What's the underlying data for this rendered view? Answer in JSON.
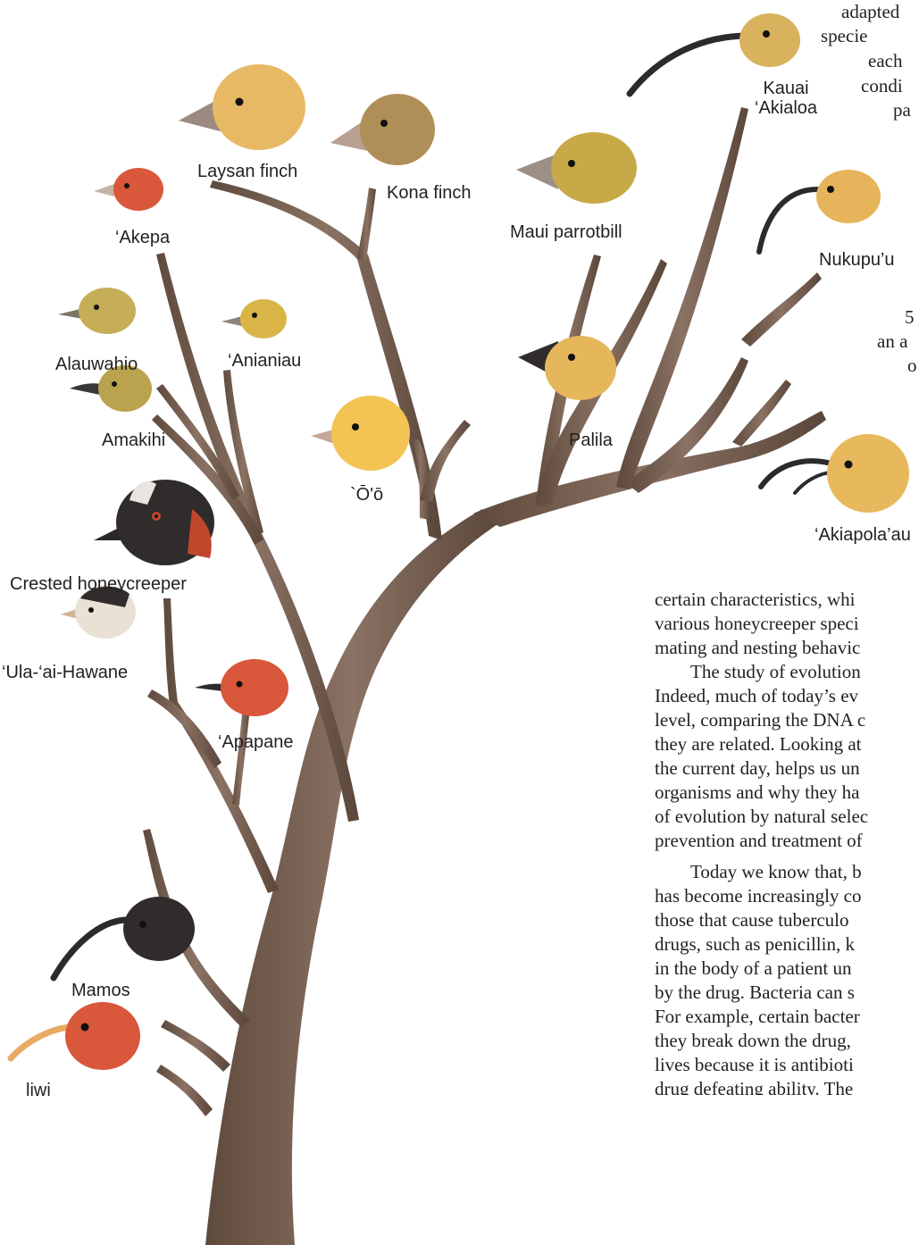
{
  "labels": {
    "kauai_akialoa_1": "Kauai",
    "kauai_akialoa_2": "‘Akialoa",
    "laysan_finch": "Laysan finch",
    "kona_finch": "Kona finch",
    "maui_parrotbill": "Maui parrotbill",
    "akepa": "‘Akepa",
    "nukupuu": "Nukupu’u",
    "alauwahio": "Alauwahio",
    "anianiau": "‘Anianiau",
    "amakihi": "Amakihi",
    "palila": "Palila",
    "oo": "`Ō'ō",
    "akiapolaau": "‘Akiapola’au",
    "crested_honeycreeper": "Crested honeycreeper",
    "ula_ai_hawane": "‘Ula-‘ai-Hawane",
    "apapane": "‘Apapane",
    "mamos": "Mamos",
    "iiwi": "liwi"
  },
  "top_right_text": [
    "adapted",
    "specie",
    "each",
    "condi",
    "pa"
  ],
  "side_fragments": [
    "5",
    "an a",
    "o"
  ],
  "body_lines": [
    "certain characteristics, whi",
    "various honeycreeper speci",
    "mating and nesting behavic",
    "The study of evolution",
    "Indeed, much of today’s ev",
    "level, comparing the DNA c",
    "they are related. Looking at",
    "the current day, helps us un",
    "organisms and why they ha",
    "of evolution by natural selec",
    "prevention and treatment of",
    "Today we know that, b",
    "has become increasingly co",
    "those that cause tuberculo",
    "drugs, such as penicillin, k",
    "in the body of a patient un",
    "by the drug. Bacteria can s",
    "For example, certain bacter",
    "they break down the drug,",
    "lives because it is antibioti",
    "drug defeating ability. The"
  ],
  "colors": {
    "trunk": "#6e5748",
    "trunk_light": "#8c7565",
    "yellow_bird": "#e9b95c",
    "red_bird": "#d9573a",
    "black_bird": "#2f2c2b",
    "olive_bird": "#c6ad58"
  }
}
